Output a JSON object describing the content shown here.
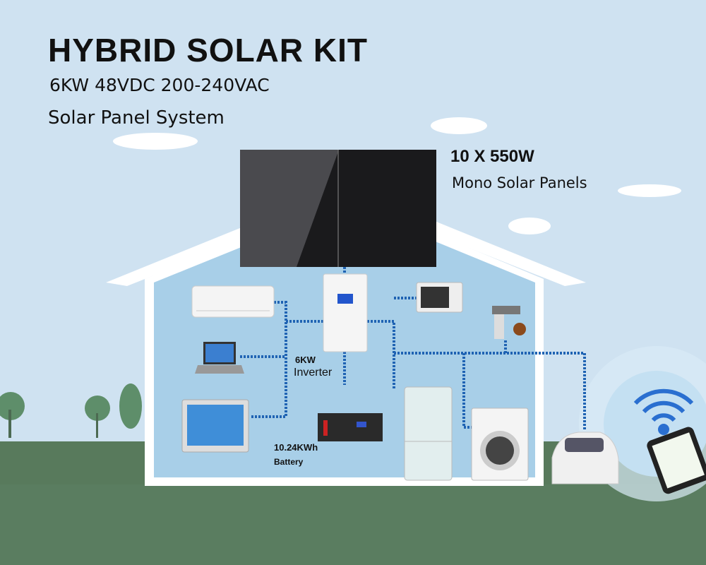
{
  "title": "HYBRID SOLAR KIT",
  "spec": "6KW 48VDC 200-240VAC",
  "subtitle": "Solar Panel System",
  "panels": {
    "count": "10 X 550W",
    "desc": "Mono Solar Panels"
  },
  "inverter": {
    "power": "6KW",
    "name": "Inverter"
  },
  "battery": {
    "capacity": "10.24KWh",
    "name": "Battery"
  },
  "colors": {
    "sky": "#cfe2f1",
    "interior": "#a8cfe8",
    "ground": "#587a5c",
    "wire": "#1f63b3"
  }
}
